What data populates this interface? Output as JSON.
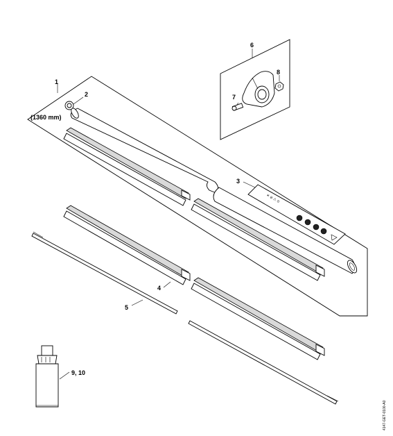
{
  "callouts": {
    "c1": "1",
    "c2": "2",
    "c3": "3",
    "c4": "4",
    "c5": "5",
    "c6": "6",
    "c7": "7",
    "c8": "8",
    "c9_10": "9, 10",
    "length": "(1360 mm)"
  },
  "drawing_code": "4147-GET-0100-A0",
  "colors": {
    "line": "#000000",
    "fill": "#ffffff",
    "shade": "#d9d9d9"
  }
}
